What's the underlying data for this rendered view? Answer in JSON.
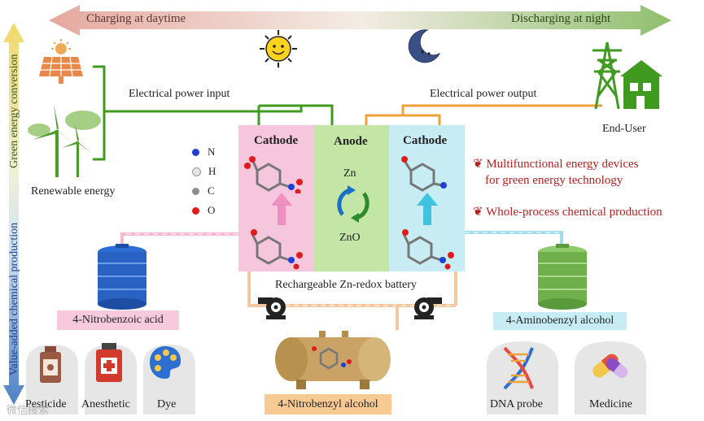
{
  "top_arrow": {
    "charging": "Charging at daytime",
    "discharging": "Discharging at night"
  },
  "left_arrow": {
    "top_label": "Green energy conversion",
    "bottom_label": "Value-added chemical production"
  },
  "energy": {
    "renewable": "Renewable energy",
    "power_input": "Electrical power input",
    "power_output": "Electrical power output",
    "end_user": "End-User"
  },
  "battery": {
    "cathode_left": "Cathode",
    "anode": "Anode",
    "cathode_right": "Cathode",
    "zn": "Zn",
    "zno": "ZnO",
    "caption": "Rechargeable Zn-redox battery"
  },
  "legend": [
    {
      "symbol": "N",
      "color": "#1f3fd6"
    },
    {
      "symbol": "H",
      "color": "#e4e4e4"
    },
    {
      "symbol": "C",
      "color": "#8c8c8c"
    },
    {
      "symbol": "O",
      "color": "#e01b1b"
    }
  ],
  "notes": {
    "line1a": "Multifunctional energy devices",
    "line1b": "for green energy technology",
    "line2": "Whole-process chemical production"
  },
  "chemicals": {
    "left_product": "4-Nitrobenzoic acid",
    "right_product": "4-Aminobenzyl alcohol",
    "feed": "4-Nitrobenzyl alcohol"
  },
  "applications": {
    "pesticide": "Pesticide",
    "anesthetic": "Anesthetic",
    "dye": "Dye",
    "dna_probe": "DNA probe",
    "medicine": "Medicine"
  },
  "watermark": "微信搜索",
  "colors": {
    "charging_arrow": "#e8b8b0",
    "discharging_arrow": "#a8c98c",
    "wire_green": "#3f9a1f",
    "wire_orange": "#f0a23a",
    "note_red": "#b31f1f"
  }
}
